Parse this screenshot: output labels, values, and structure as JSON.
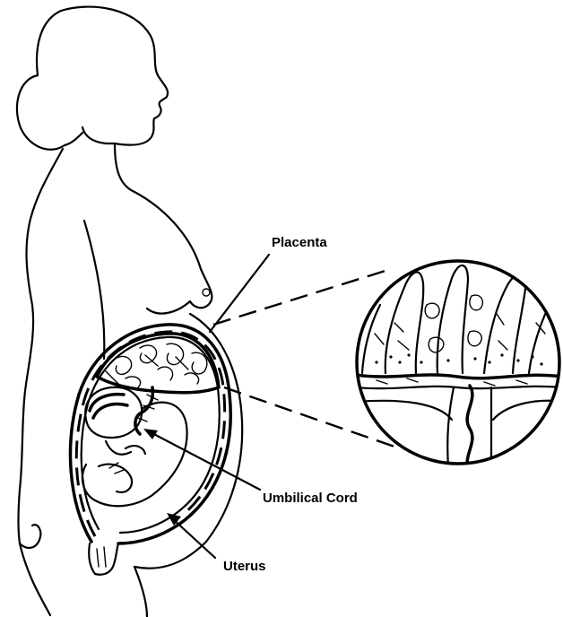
{
  "labels": {
    "placenta": "Placenta",
    "umbilical_cord": "Umbilical Cord",
    "uterus": "Uterus"
  }
}
